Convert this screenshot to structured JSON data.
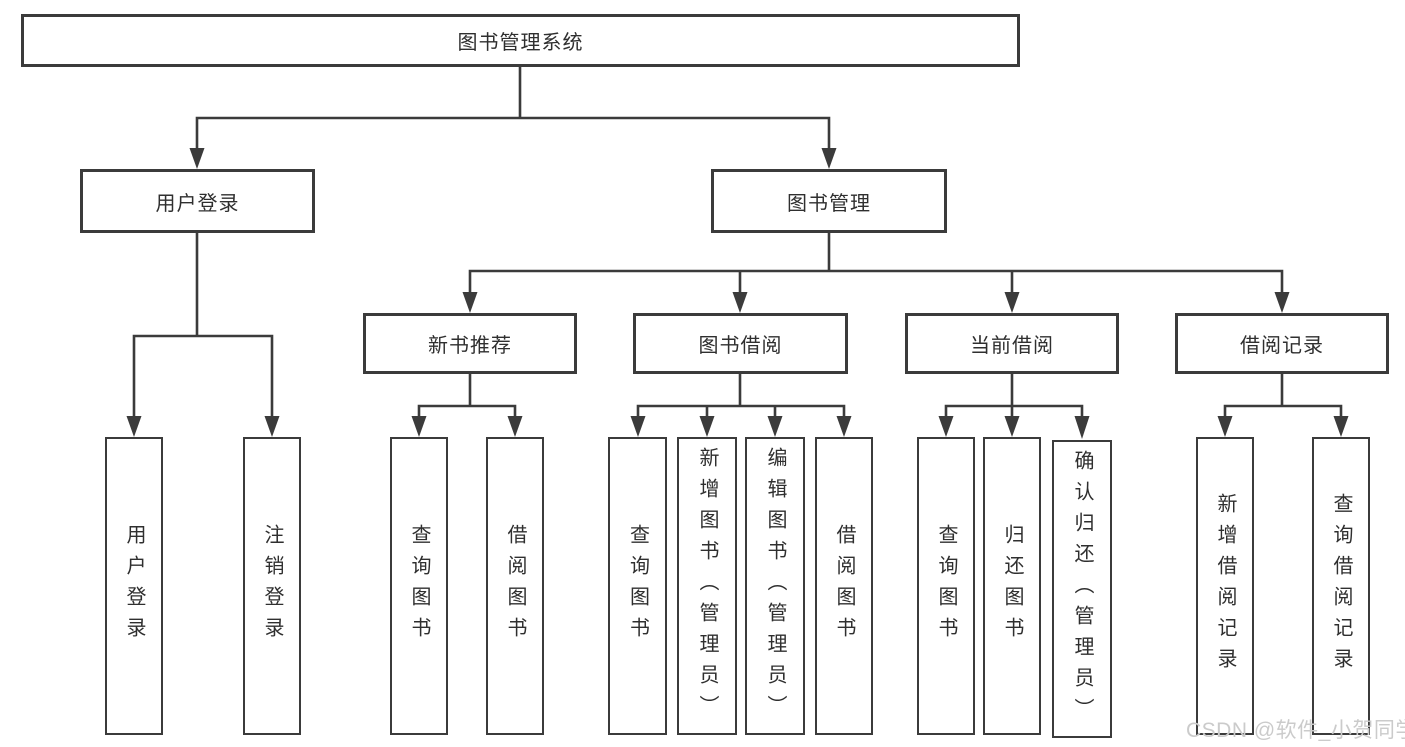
{
  "tree": {
    "label": "图书管理系统",
    "children": [
      {
        "label": "用户登录",
        "children": [
          {
            "label": "用户登录"
          },
          {
            "label": "注销登录"
          }
        ]
      },
      {
        "label": "图书管理",
        "children": [
          {
            "label": "新书推荐",
            "children": [
              {
                "label": "查询图书"
              },
              {
                "label": "借阅图书"
              }
            ]
          },
          {
            "label": "图书借阅",
            "children": [
              {
                "label": "查询图书"
              },
              {
                "label": "新增图书（管理员）"
              },
              {
                "label": "编辑图书（管理员）"
              },
              {
                "label": "借阅图书"
              }
            ]
          },
          {
            "label": "当前借阅",
            "children": [
              {
                "label": "查询图书"
              },
              {
                "label": "归还图书"
              },
              {
                "label": "确认归还（管理员）"
              }
            ]
          },
          {
            "label": "借阅记录",
            "children": [
              {
                "label": "新增借阅记录"
              },
              {
                "label": "查询借阅记录"
              }
            ]
          }
        ]
      }
    ]
  },
  "watermark": {
    "text": "CSDN @软件_小贺同学"
  },
  "colors": {
    "line": "#3b3b3b",
    "text": "#2f2f2f",
    "background": "#ffffff",
    "watermark": "#cbcbcb"
  }
}
